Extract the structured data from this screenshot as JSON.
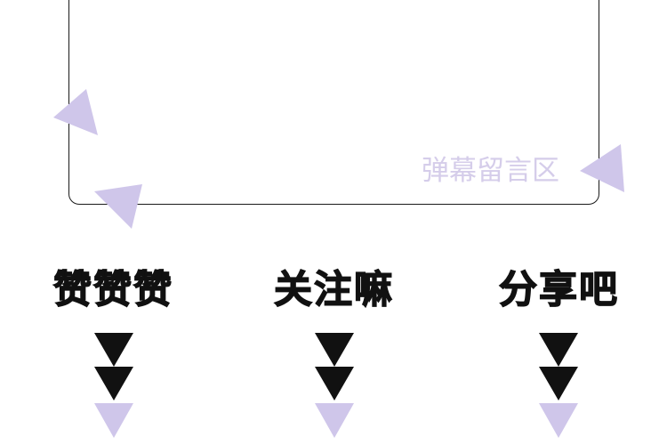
{
  "danmu": {
    "label": "弹幕留言区"
  },
  "actions": [
    {
      "label": "赞赞赞"
    },
    {
      "label": "关注嘛"
    },
    {
      "label": "分享吧"
    }
  ],
  "colors": {
    "accent": "#cfc6ea",
    "text": "#111111",
    "frame": "#1a1a1a",
    "background": "#ffffff"
  },
  "icons": {
    "decor": "triangle-decoration-icon",
    "arrow_dark": "triangle-down-dark-icon",
    "arrow_light": "triangle-down-light-icon"
  }
}
